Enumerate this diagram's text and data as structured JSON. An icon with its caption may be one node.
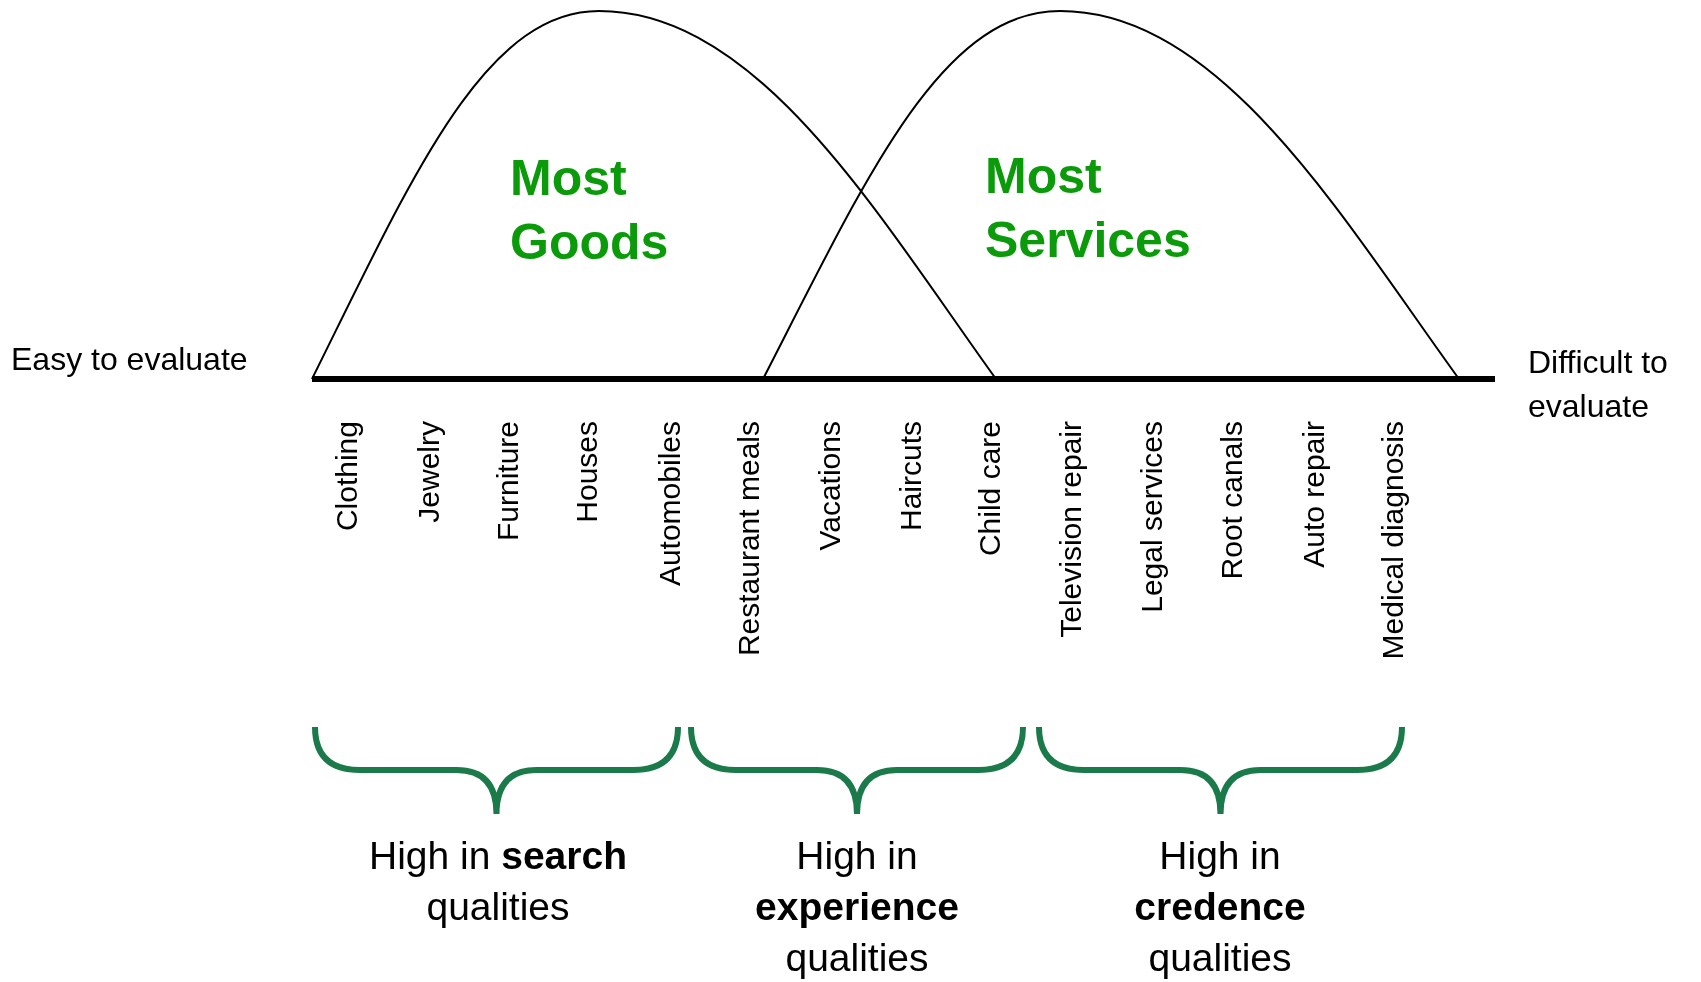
{
  "diagram": {
    "nodes": [
      {
        "text": [
          "Most Goods"
        ]
      },
      {
        "text": [
          "Most Services"
        ]
      }
    ],
    "edges": [],
    "labels": [
      "Easy to evaluate",
      "Difficult to evaluate",
      "Clothing",
      "Jewelry",
      "Furniture",
      "Houses",
      "Automobiles",
      "Restaurant meals",
      "Vacations",
      "Haircuts",
      "Child care",
      "Television repair",
      "Legal services",
      "Root canals",
      "Auto repair",
      "Medical diagnosis",
      "High in **search** qualities",
      "High in **experience** qualities",
      "High in **credence** qualities"
    ]
  }
}
